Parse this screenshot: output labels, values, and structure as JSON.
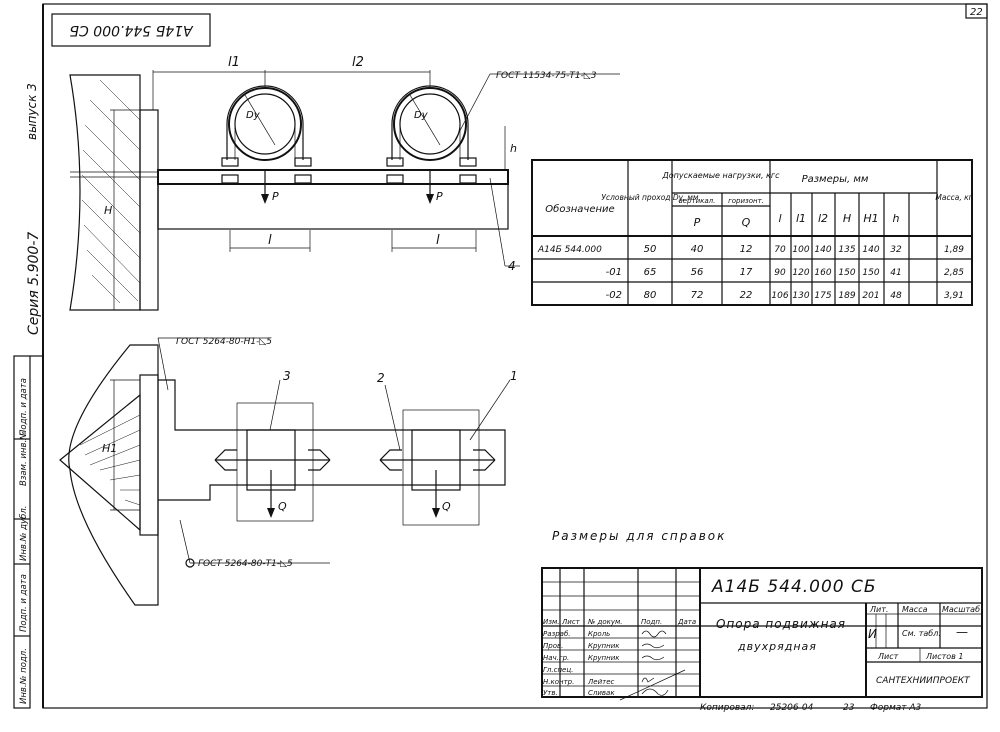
{
  "sheet": {
    "page_number": "22",
    "top_code_rotated": "А14Б 544.000 СБ",
    "side_label_issue": "выпуск 3",
    "side_label_series": "Серия 5.900-7",
    "side_stamp_cells": [
      "Подп. и дата",
      "Взам. инв.№",
      "Инв.№ дубл.",
      "Подп. и дата",
      "Инв.№ подл."
    ],
    "note": "Размеры для справок",
    "copied_by": "Копировал:",
    "copy_number": "25206-04",
    "copy_page": "23",
    "format": "Формат А3"
  },
  "drawing": {
    "dims": {
      "l1": "l1",
      "l2": "l2",
      "l": "l",
      "h": "h",
      "H": "H",
      "H1": "H1",
      "Dy": "Dy"
    },
    "loads": {
      "P": "P",
      "Q": "Q"
    },
    "leaders": {
      "gost_top": "ГОСТ 11534-75-Т1-◺3",
      "gost_mid": "ГОСТ 5264-80-Н1-◺5",
      "gost_bottom": "ГОСТ 5264-80-Т1-◺5"
    },
    "positions": [
      "1",
      "2",
      "3",
      "4"
    ]
  },
  "table": {
    "headers": {
      "designation": "Обозначение",
      "nominal_bore": "Условный проход Dy, мм",
      "permissible_loads": "Допускаемые нагрузки, кгс",
      "vertical": "вертикал.",
      "horizontal": "горизонт.",
      "P": "P",
      "Q": "Q",
      "dimensions": "Размеры, мм",
      "l": "l",
      "l1": "l1",
      "l2": "l2",
      "H": "H",
      "H1": "H1",
      "h": "h",
      "mass": "Масса, кг"
    },
    "rows": [
      [
        "А14Б 544.000",
        "50",
        "40",
        "12",
        "70",
        "100",
        "140",
        "135",
        "140",
        "32",
        "1,89"
      ],
      [
        "-01",
        "65",
        "56",
        "17",
        "90",
        "120",
        "160",
        "150",
        "150",
        "41",
        "2,85"
      ],
      [
        "-02",
        "80",
        "72",
        "22",
        "106",
        "130",
        "175",
        "189",
        "201",
        "48",
        "3,91"
      ]
    ]
  },
  "title_block": {
    "doc_code": "А14Б 544.000 СБ",
    "name_line1": "Опора подвижная",
    "name_line2": "двухрядная",
    "lit_label": "Лит.",
    "mass_label": "Масса",
    "scale_label": "Масштаб",
    "lit_value": "И",
    "mass_value": "См. табл.",
    "scale_value": "—",
    "sheet_label": "Лист",
    "sheets_label": "Листов 1",
    "organization": "САНТЕХНИИПРОЕКТ",
    "columns": [
      "Изм.",
      "Лист",
      "№ докум.",
      "Подп.",
      "Дата"
    ],
    "roles": [
      {
        "role": "Разраб.",
        "name": "Кроль"
      },
      {
        "role": "Пров.",
        "name": "Крупник"
      },
      {
        "role": "Нач.гр.",
        "name": "Крупник"
      },
      {
        "role": "Гл.спец.",
        "name": ""
      },
      {
        "role": "Н.контр.",
        "name": "Лейтес"
      },
      {
        "role": "Утв.",
        "name": "Сливак"
      }
    ]
  }
}
